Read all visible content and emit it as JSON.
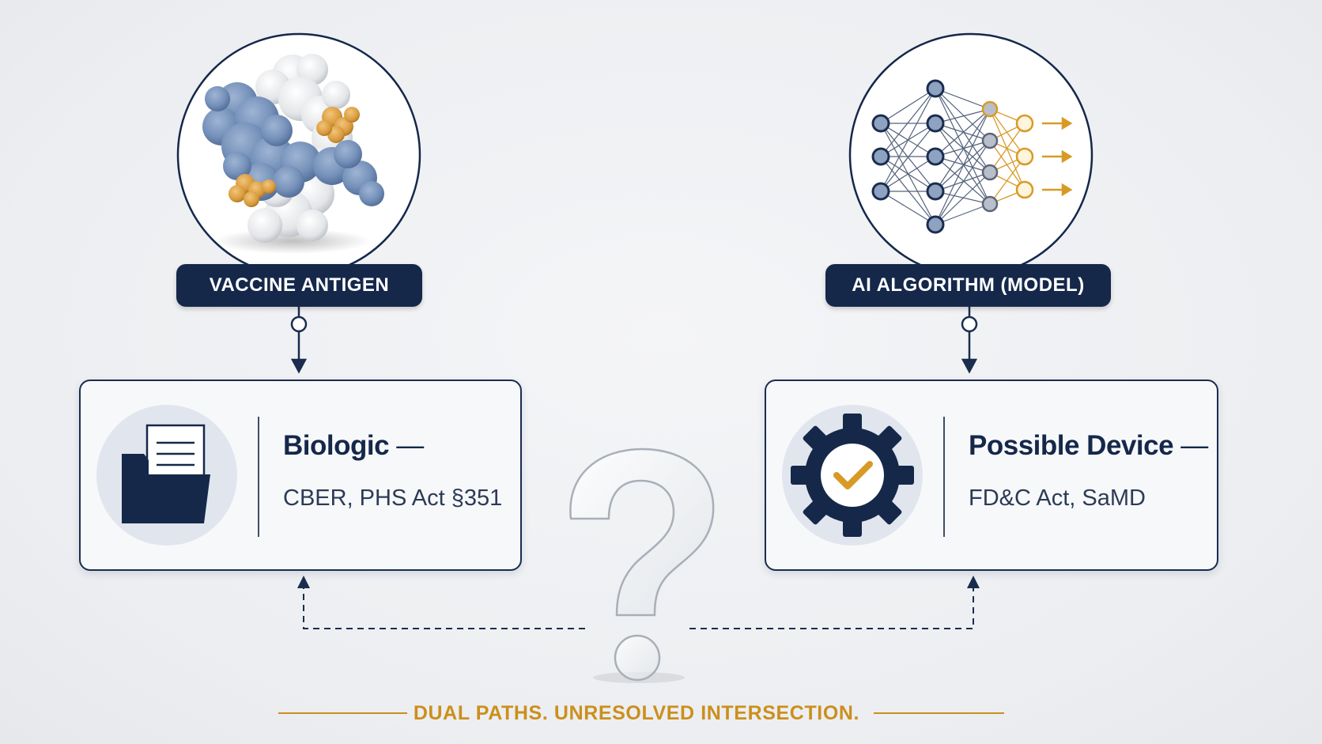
{
  "left": {
    "label": "VACCINE ANTIGEN",
    "card_title": "Biologic",
    "card_title_dash": "—",
    "card_sub": "CBER, PHS Act §351"
  },
  "right": {
    "label": "AI ALGORITHM (MODEL)",
    "card_title": "Possible Device",
    "card_title_dash": "—",
    "card_sub": "FD&C Act, SaMD"
  },
  "center_symbol": "?",
  "footer": "DUAL PATHS. UNRESOLVED INTERSECTION.",
  "colors": {
    "navy": "#15284a",
    "accent_gold": "#d89a26",
    "protein_blue": "#7d97bd",
    "protein_white": "#e7e8ea"
  },
  "icons": {
    "left_card": "folder-document-icon",
    "right_card": "gear-check-icon"
  }
}
